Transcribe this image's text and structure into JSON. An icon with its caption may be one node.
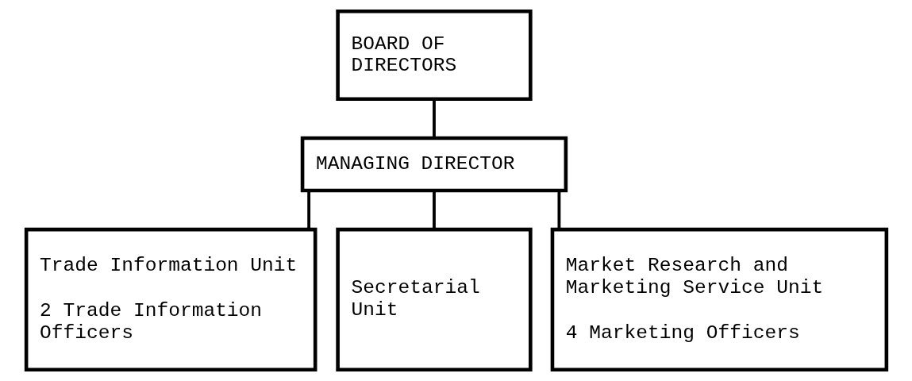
{
  "diagram": {
    "nodes": [
      {
        "text": [
          "BOARD OF DIRECTORS"
        ]
      },
      {
        "text": [
          "MANAGING DIRECTOR"
        ]
      },
      {
        "text": [
          "Trade Information Unit",
          "2 Trade Information Officers"
        ]
      },
      {
        "text": [
          "Secretarial Unit"
        ]
      },
      {
        "text": [
          "Market Research and Marketing Service Unit",
          "4 Marketing Officers"
        ]
      }
    ],
    "edges": [
      {
        "from": 0,
        "to": 1,
        "arrow": "none"
      },
      {
        "from": 1,
        "to": 2,
        "arrow": "none"
      },
      {
        "from": 1,
        "to": 3,
        "arrow": "none"
      },
      {
        "from": 1,
        "to": 4,
        "arrow": "none"
      }
    ]
  }
}
